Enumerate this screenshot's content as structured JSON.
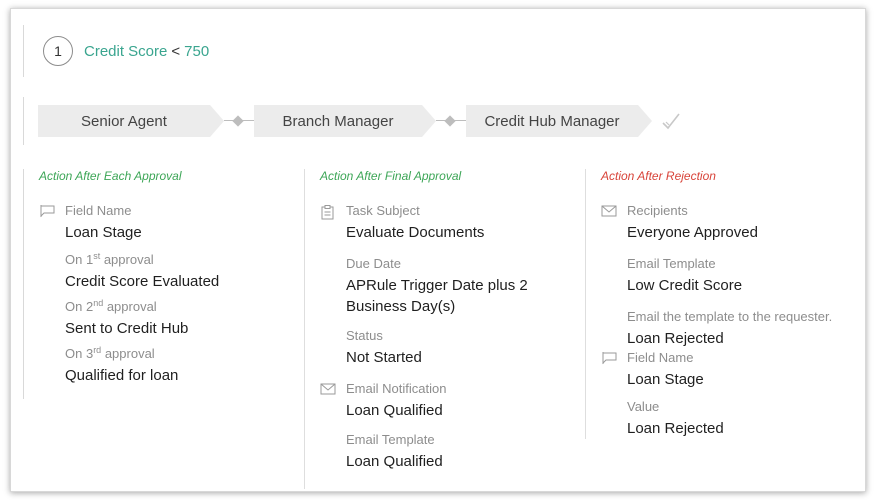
{
  "criteria": {
    "step_number": "1",
    "field": "Credit Score",
    "operator": "<",
    "value": "750"
  },
  "approval_flow": {
    "stages": [
      {
        "label": "Senior Agent"
      },
      {
        "label": "Branch Manager"
      },
      {
        "label": "Credit Hub Manager"
      }
    ],
    "end_icon": "check-icon"
  },
  "columns": {
    "each_approval": {
      "title": "Action After Each Approval",
      "icon": "field-update-icon",
      "field_label": "Field Name",
      "field_value": "Loan Stage",
      "approvals": [
        {
          "prefix": "On 1",
          "ordinal": "st",
          "suffix": " approval",
          "value": "Credit Score Evaluated"
        },
        {
          "prefix": "On 2",
          "ordinal": "nd",
          "suffix": " approval",
          "value": "Sent to Credit Hub"
        },
        {
          "prefix": "On 3",
          "ordinal": "rd",
          "suffix": " approval",
          "value": "Qualified for loan"
        }
      ]
    },
    "final_approval": {
      "title": "Action After Final Approval",
      "task": {
        "icon": "task-icon",
        "subject_label": "Task Subject",
        "subject_value": "Evaluate Documents",
        "due_label": "Due Date",
        "due_value_line1": "APRule Trigger Date plus 2",
        "due_value_line2": "Business Day(s)",
        "status_label": "Status",
        "status_value": "Not Started"
      },
      "email": {
        "icon": "envelope-icon",
        "notification_label": "Email Notification",
        "notification_value": "Loan Qualified",
        "template_label": "Email Template",
        "template_value": "Loan Qualified"
      }
    },
    "rejection": {
      "title": "Action After Rejection",
      "email": {
        "icon": "envelope-icon",
        "recipients_label": "Recipients",
        "recipients_value": "Everyone Approved",
        "template_label": "Email Template",
        "template_value": "Low Credit Score",
        "requester_label": "Email the template to the requester.",
        "requester_value": "Loan Rejected"
      },
      "field_update": {
        "icon": "field-update-icon",
        "field_label": "Field Name",
        "field_value": "Loan Stage",
        "value_label": "Value",
        "value_value": "Loan Rejected"
      }
    }
  },
  "colors": {
    "green": "#3da657",
    "teal": "#3aa58f",
    "red": "#d8443a"
  }
}
